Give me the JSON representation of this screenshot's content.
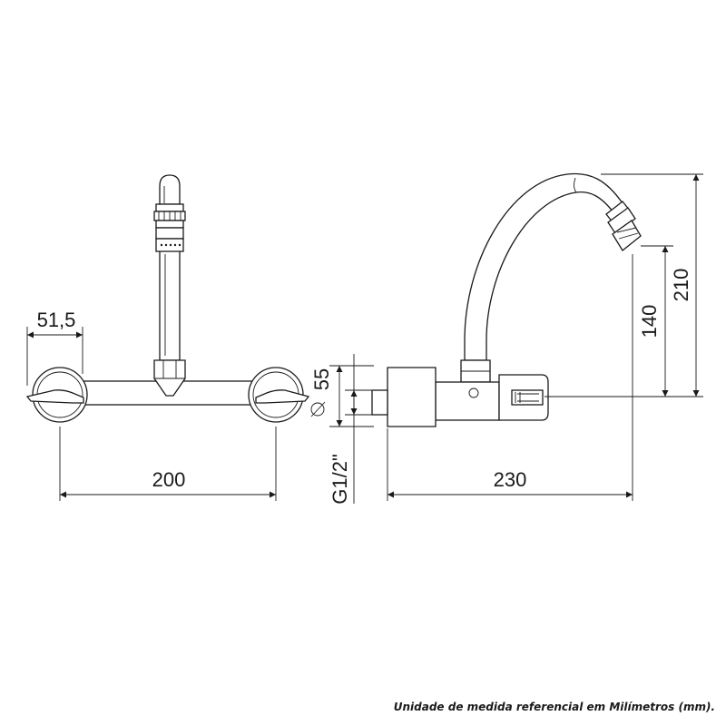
{
  "dimensions": {
    "handle_width": "51,5",
    "center_distance": "200",
    "body_height": "55",
    "thread": "G1/2\"",
    "reach": "230",
    "outlet_height": "140",
    "total_height": "210",
    "diameter_symbol": "⌀"
  },
  "footnote": "Unidade de medida referencial em Milímetros (mm)."
}
